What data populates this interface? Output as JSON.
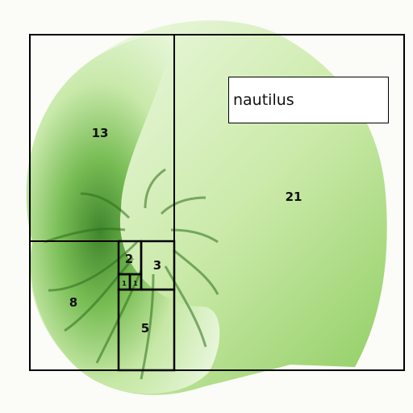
{
  "colors": {
    "background": "#fbfbf7",
    "shell_light": "#ecf8e0",
    "shell_mid": "#b8e08e",
    "shell_dark": "#4b9a2c",
    "lines": "#000000"
  },
  "caption": {
    "text": "nautilus"
  },
  "squares": [
    {
      "id": "sq-21",
      "label": "21"
    },
    {
      "id": "sq-13",
      "label": "13"
    },
    {
      "id": "sq-8",
      "label": "8"
    },
    {
      "id": "sq-5",
      "label": "5"
    },
    {
      "id": "sq-3",
      "label": "3"
    },
    {
      "id": "sq-2",
      "label": "2"
    },
    {
      "id": "sq-1a",
      "label": "1"
    },
    {
      "id": "sq-1b",
      "label": "1"
    }
  ]
}
